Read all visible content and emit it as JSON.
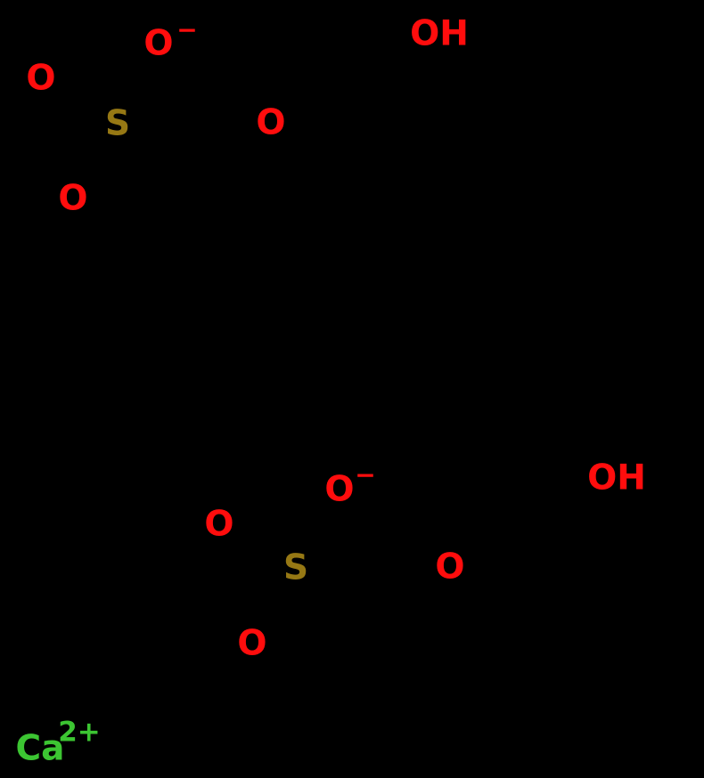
{
  "background": "#000000",
  "colors": {
    "background": "#000000",
    "oxygen": "#ff0d0d",
    "sulfur": "#967814",
    "calcium": "#3cc532"
  },
  "molecule": {
    "top_sulfonate_group": {
      "o_anion": {
        "symbol": "O",
        "charge": "−"
      },
      "o_double_left": {
        "symbol": "O"
      },
      "sulfur": {
        "symbol": "S"
      },
      "o_double_bottom": {
        "symbol": "O"
      },
      "ether_oxygen": {
        "symbol": "O"
      },
      "hydroxyl": {
        "symbol": "OH"
      }
    },
    "middle_sulfonate_group": {
      "o_anion": {
        "symbol": "O",
        "charge": "−"
      },
      "o_double_left": {
        "symbol": "O"
      },
      "sulfur": {
        "symbol": "S"
      },
      "o_double_bottom": {
        "symbol": "O"
      },
      "ether_oxygen": {
        "symbol": "O"
      },
      "hydroxyl": {
        "symbol": "OH"
      }
    },
    "counterion": {
      "symbol": "Ca",
      "charge": "2+"
    }
  }
}
